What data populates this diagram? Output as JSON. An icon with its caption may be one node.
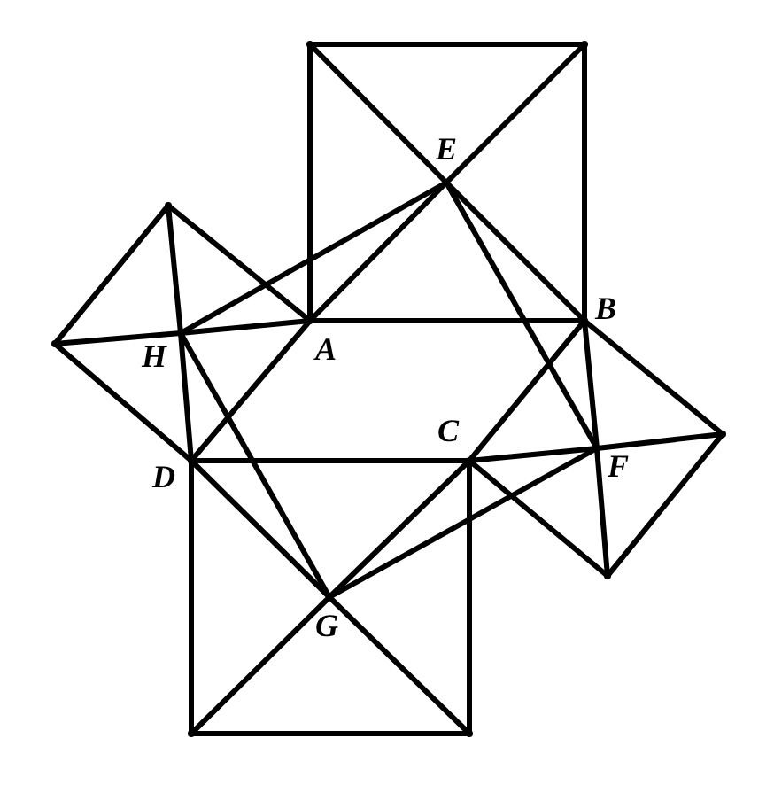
{
  "diagram": {
    "nodes": [
      {
        "text": [
          "A"
        ]
      },
      {
        "text": [
          "B"
        ]
      },
      {
        "text": [
          "C"
        ]
      },
      {
        "text": [
          "D"
        ]
      },
      {
        "text": [
          "E"
        ]
      },
      {
        "text": [
          "F"
        ]
      },
      {
        "text": [
          "G"
        ]
      },
      {
        "text": [
          "H"
        ]
      },
      {
        "text": [],
        "shape": "point"
      },
      {
        "text": [],
        "shape": "point"
      },
      {
        "text": [],
        "shape": "point"
      },
      {
        "text": [],
        "shape": "point"
      },
      {
        "text": [],
        "shape": "point"
      },
      {
        "text": [],
        "shape": "point"
      },
      {
        "text": [],
        "shape": "point"
      },
      {
        "text": [],
        "shape": "point"
      }
    ],
    "edges": [
      {
        "from": 8,
        "to": 9,
        "arrow": "none"
      },
      {
        "from": 9,
        "to": 1,
        "arrow": "none"
      },
      {
        "from": 1,
        "to": 0,
        "arrow": "none"
      },
      {
        "from": 0,
        "to": 8,
        "arrow": "none"
      },
      {
        "from": 8,
        "to": 4,
        "arrow": "none"
      },
      {
        "from": 4,
        "to": 1,
        "arrow": "none"
      },
      {
        "from": 9,
        "to": 4,
        "arrow": "none"
      },
      {
        "from": 4,
        "to": 0,
        "arrow": "none"
      },
      {
        "from": 0,
        "to": 10,
        "arrow": "none"
      },
      {
        "from": 10,
        "to": 11,
        "arrow": "none"
      },
      {
        "from": 11,
        "to": 3,
        "arrow": "none"
      },
      {
        "from": 3,
        "to": 0,
        "arrow": "none"
      },
      {
        "from": 10,
        "to": 7,
        "arrow": "none"
      },
      {
        "from": 7,
        "to": 3,
        "arrow": "none"
      },
      {
        "from": 11,
        "to": 7,
        "arrow": "none"
      },
      {
        "from": 7,
        "to": 0,
        "arrow": "none"
      },
      {
        "from": 1,
        "to": 12,
        "arrow": "none"
      },
      {
        "from": 12,
        "to": 13,
        "arrow": "none"
      },
      {
        "from": 13,
        "to": 2,
        "arrow": "none"
      },
      {
        "from": 2,
        "to": 1,
        "arrow": "none"
      },
      {
        "from": 1,
        "to": 5,
        "arrow": "none"
      },
      {
        "from": 5,
        "to": 13,
        "arrow": "none"
      },
      {
        "from": 2,
        "to": 5,
        "arrow": "none"
      },
      {
        "from": 5,
        "to": 12,
        "arrow": "none"
      },
      {
        "from": 3,
        "to": 2,
        "arrow": "none"
      },
      {
        "from": 2,
        "to": 15,
        "arrow": "none"
      },
      {
        "from": 15,
        "to": 14,
        "arrow": "none"
      },
      {
        "from": 14,
        "to": 3,
        "arrow": "none"
      },
      {
        "from": 3,
        "to": 6,
        "arrow": "none"
      },
      {
        "from": 6,
        "to": 15,
        "arrow": "none"
      },
      {
        "from": 2,
        "to": 6,
        "arrow": "none"
      },
      {
        "from": 6,
        "to": 14,
        "arrow": "none"
      },
      {
        "from": 7,
        "to": 4,
        "arrow": "none"
      },
      {
        "from": 4,
        "to": 5,
        "arrow": "none"
      },
      {
        "from": 5,
        "to": 6,
        "arrow": "none"
      },
      {
        "from": 6,
        "to": 7,
        "arrow": "none"
      }
    ]
  }
}
